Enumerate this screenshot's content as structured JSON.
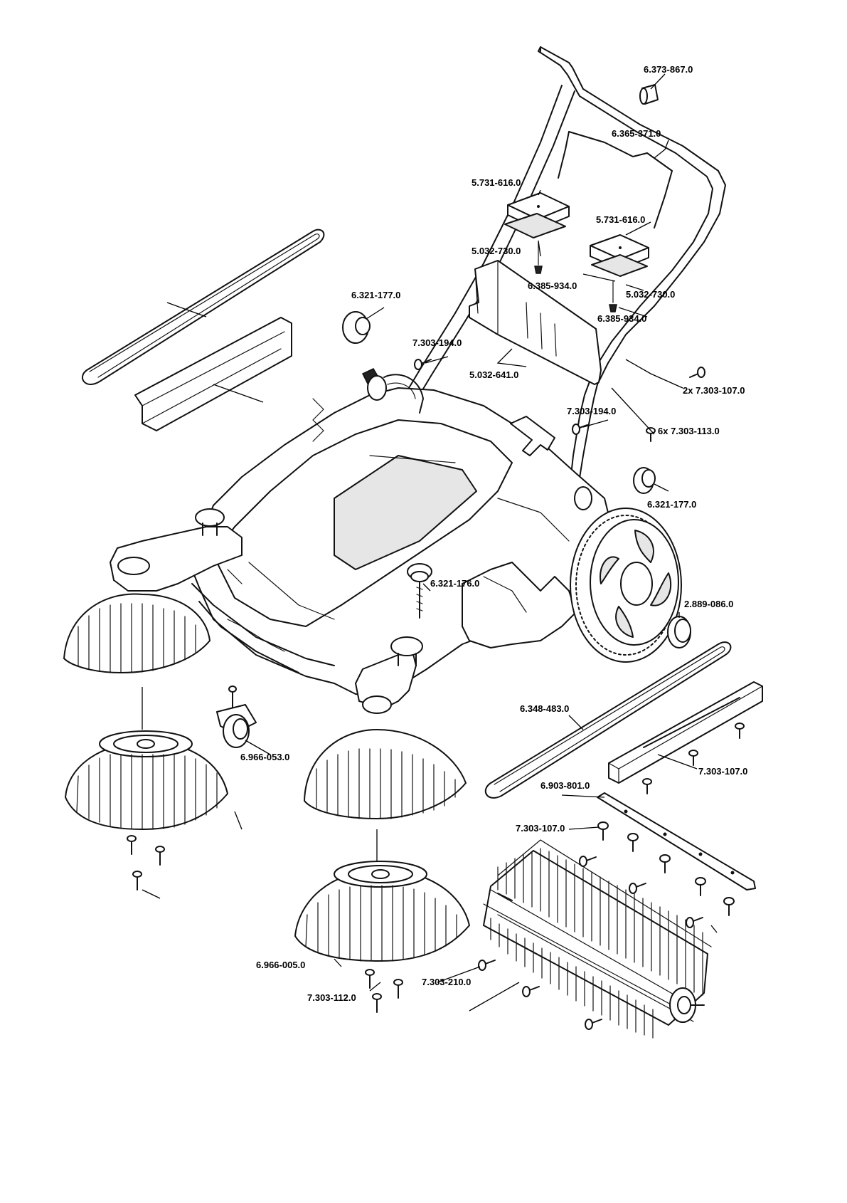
{
  "diagram": {
    "part_labels": [
      "6.373-867.0",
      "6.365-371.0",
      "5.731-616.0",
      "5.731-616.0",
      "5.032-730.0",
      "6.385-934.0",
      "5.032-730.0",
      "6.321-177.0",
      "6.385-934.0",
      "7.303-194.0",
      "5.032-641.0",
      "2x 7.303-107.0",
      "7.303-194.0",
      "6x 7.303-113.0",
      "6.321-177.0",
      "6.321-176.0",
      "2.889-086.0",
      "6.348-483.0",
      "6.966-053.0",
      "7.303-107.0",
      "6.903-801.0",
      "7.303-107.0",
      "6.966-005.0",
      "7.303-210.0",
      "7.303-112.0"
    ]
  }
}
